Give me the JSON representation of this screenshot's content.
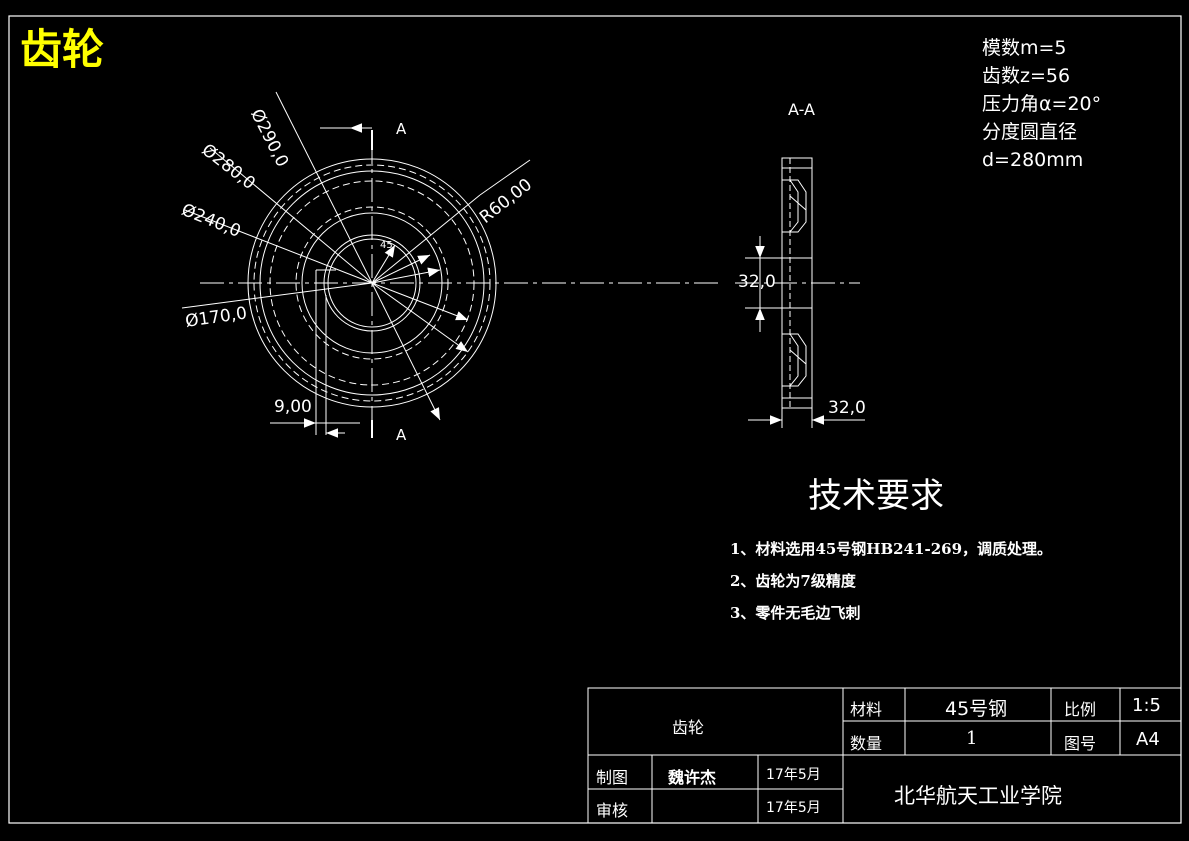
{
  "title": "齿轮",
  "params": {
    "module": "模数m=5",
    "teeth": "齿数z=56",
    "pressure_angle": "压力角α=20°",
    "pitch_label": "分度圆直径",
    "pitch_value": "d=280mm"
  },
  "front_view": {
    "dims": {
      "d290": "Ø290,0",
      "d280": "Ø280,0",
      "d240": "Ø240,0",
      "d170": "Ø170,0",
      "r60": "R60,00",
      "w9": "9,00",
      "small": "45"
    },
    "section_top": "A",
    "section_bottom": "A"
  },
  "section_view": {
    "label": "A-A",
    "dim_hub": "32,0",
    "dim_width": "32,0"
  },
  "tech": {
    "title": "技术要求",
    "items": [
      "1、材料选用45号钢HB241-269，调质处理。",
      "2、齿轮为7级精度",
      "3、零件无毛边飞刺"
    ]
  },
  "title_block": {
    "part_name": "齿轮",
    "material_label": "材料",
    "material_value": "45号钢",
    "scale_label": "比例",
    "scale_value": "1:5",
    "qty_label": "数量",
    "qty_value": "1",
    "drawing_no_label": "图号",
    "drawing_no_value": "A4",
    "drawn_label": "制图",
    "drawn_by": "魏许杰",
    "drawn_date": "17年5月",
    "check_label": "审核",
    "check_date": "17年5月",
    "school": "北华航天工业学院"
  }
}
